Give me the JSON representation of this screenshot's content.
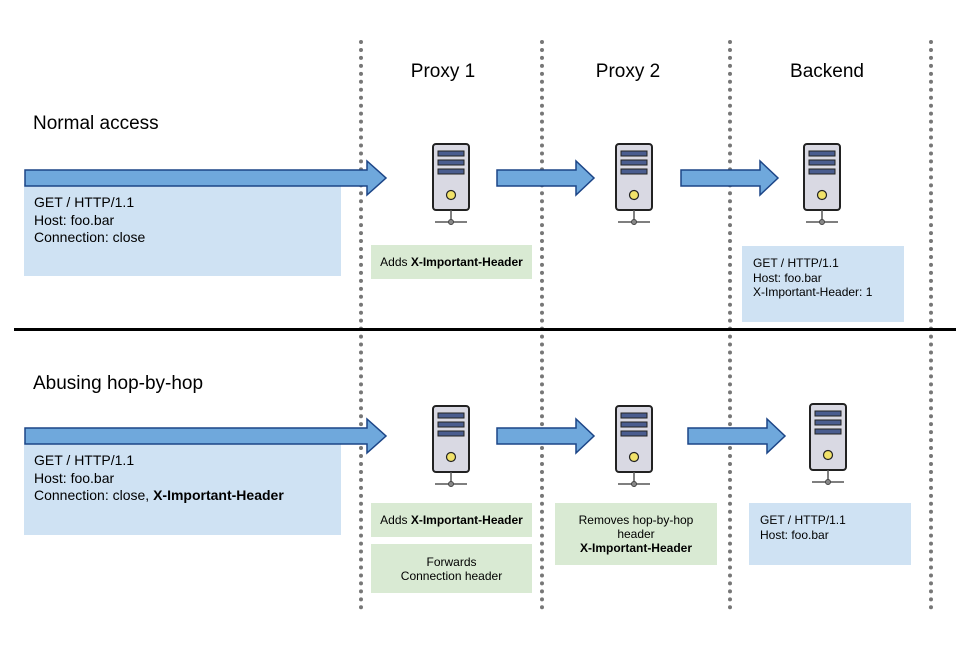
{
  "columns": {
    "proxy1": "Proxy 1",
    "proxy2": "Proxy 2",
    "backend": "Backend"
  },
  "normal": {
    "title": "Normal access",
    "client_request": [
      "GET / HTTP/1.1",
      "Host: foo.bar",
      "Connection: close"
    ],
    "proxy1_note": {
      "prefix": "Adds ",
      "header": "X-Important-Header"
    },
    "backend_request": [
      "GET / HTTP/1.1",
      "Host: foo.bar",
      "X-Important-Header: 1"
    ]
  },
  "abuse": {
    "title": "Abusing hop-by-hop",
    "client_request": {
      "line1": "GET / HTTP/1.1",
      "line2": "Host: foo.bar",
      "line3_prefix": "Connection: close, ",
      "line3_header": "X-Important-Header"
    },
    "proxy1_note_1": {
      "prefix": "Adds ",
      "header": "X-Important-Header"
    },
    "proxy1_note_2": "Forwards Connection header",
    "proxy2_note": {
      "text": "Removes hop-by-hop header",
      "header": "X-Important-Header"
    },
    "backend_request": [
      "GET / HTTP/1.1",
      "Host: foo.bar"
    ]
  },
  "colors": {
    "arrow_fill": "#6fa8dc",
    "arrow_stroke": "#1c4587",
    "request_box": "#cfe2f3",
    "note_box": "#d9ead3",
    "server_body": "#d9d9e3",
    "server_slot": "#4a5d8f",
    "server_light": "#f1e26a"
  },
  "icons": {
    "server": "server-icon",
    "arrow": "right-arrow"
  }
}
